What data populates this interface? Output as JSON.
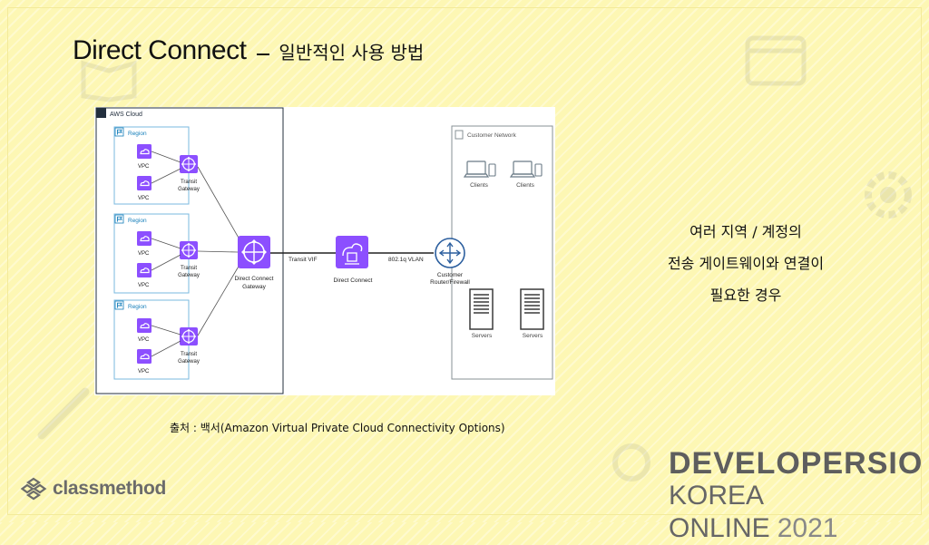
{
  "slide": {
    "title_main": "Direct Connect",
    "title_sub": "일반적인 사용 방법",
    "caption": "출처 : 백서(Amazon Virtual Private Cloud Connectivity Options)",
    "right_text_lines": [
      "여러 지역 / 계정의",
      "전송 게이트웨이와 연결이",
      "필요한 경우"
    ],
    "logo_text": "classmethod",
    "brand_line1": "DEVELOPERSIO",
    "brand_line2": "KOREA ONLINE",
    "brand_year": "2021"
  },
  "diagram": {
    "aws_cloud_label": "AWS Cloud",
    "customer_network_label": "Customer Network",
    "region_label": "Region",
    "vpc_label": "VPC",
    "tgw_label_line1": "Transit",
    "tgw_label_line2": "Gateway",
    "dcgw_label_line1": "Direct Connect",
    "dcgw_label_line2": "Gateway",
    "transit_vif_label": "Transit VIF",
    "direct_connect_label": "Direct Connect",
    "vlan_label": "802.1q VLAN",
    "router_label_line1": "Customer",
    "router_label_line2": "Router/Firewall",
    "clients_label": "Clients",
    "servers_label": "Servers"
  },
  "colors": {
    "background": "#fdf7b4",
    "purple_icon": "#8c4fff",
    "region_blue": "#147eba",
    "aws_border": "#232f3e",
    "customer_border": "#879196"
  }
}
